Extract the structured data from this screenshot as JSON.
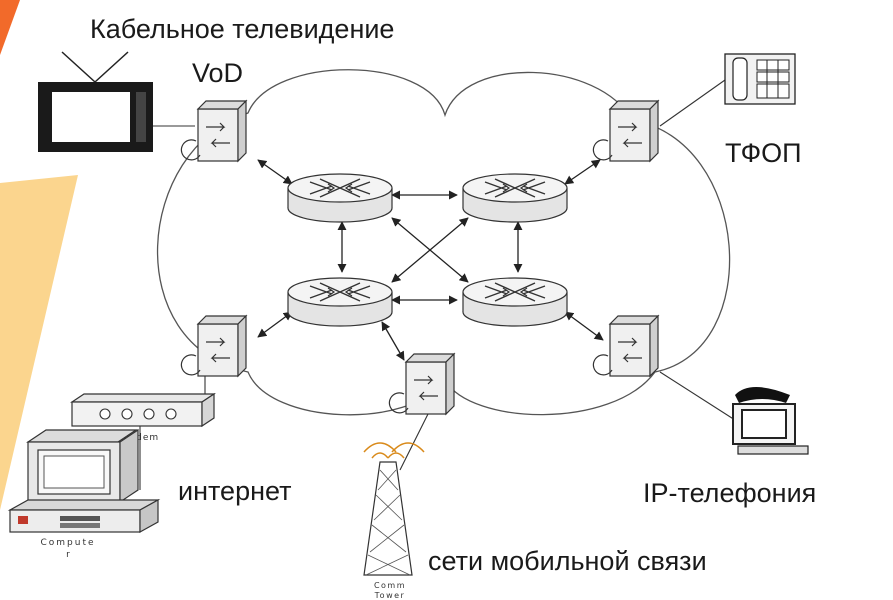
{
  "labels": {
    "cable_tv": "Кабельное телевидение",
    "vod": "VoD",
    "pstn": "ТФОП",
    "internet": "интернет",
    "ip_telephony": "IP-телефония",
    "mobile": "сети мобильной связи"
  },
  "device_captions": {
    "modem": "Modem",
    "computer_1": "Compute",
    "computer_2": "r",
    "tower_1": "Comm",
    "tower_2": "Tower"
  },
  "icons": [
    "tv-icon",
    "phone-icon",
    "ip-phone-icon",
    "modem-icon",
    "computer-icon",
    "comm-tower-icon",
    "router-icon",
    "switch-icon"
  ],
  "colors": {
    "accent_orange": "#f26a2a",
    "accent_yellow": "#fbd58e",
    "line": "#333333"
  }
}
